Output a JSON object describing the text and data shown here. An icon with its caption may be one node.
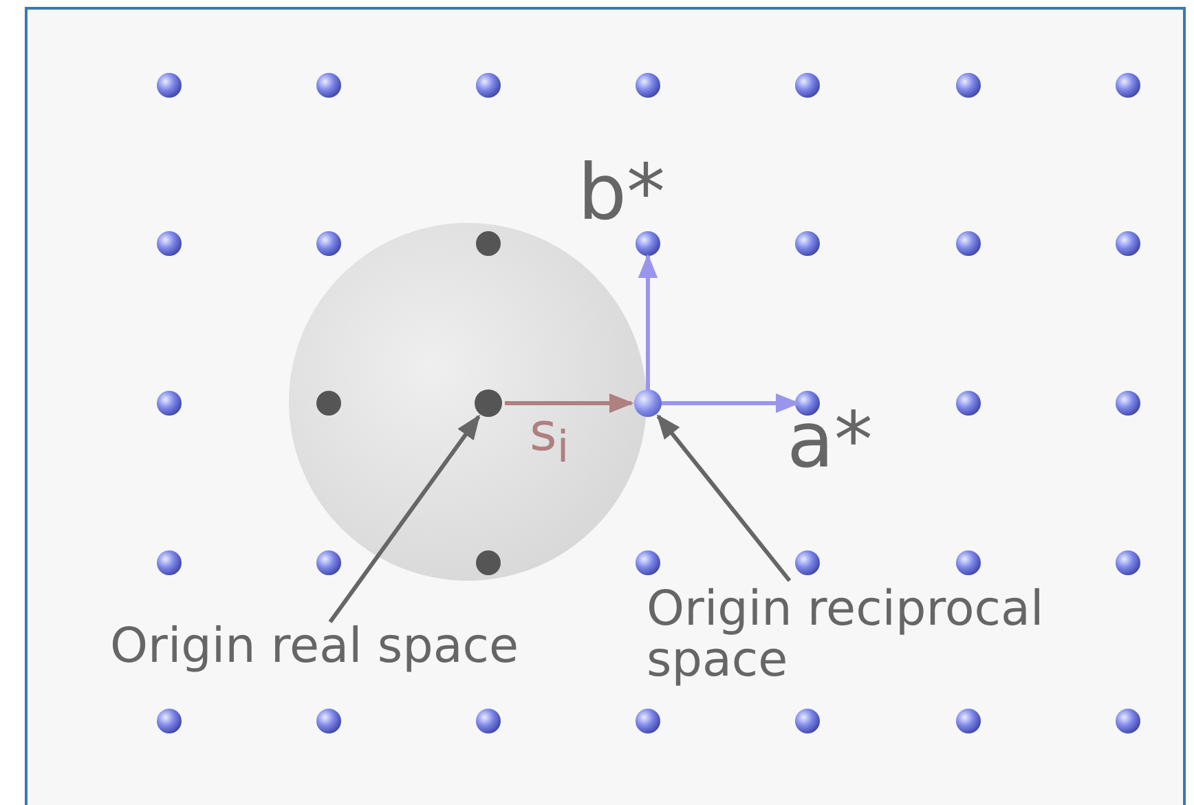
{
  "diagram": {
    "nodes": [
      {
        "text": [
          "Origin real space"
        ]
      },
      {
        "text": [],
        "shape": "circle"
      },
      {
        "text": [
          "Origin reciprocal space"
        ]
      },
      {
        "text": [],
        "shape": "circle"
      }
    ],
    "edges": [
      {
        "from": 0,
        "to": 1,
        "arrow": "to"
      },
      {
        "from": 2,
        "to": 3,
        "arrow": "to"
      },
      {
        "from": 1,
        "to": 3,
        "arrow": "to",
        "label": "s$_{i}$",
        "color": "#b07f7f"
      }
    ],
    "labels": [
      "b*",
      "a*"
    ]
  }
}
